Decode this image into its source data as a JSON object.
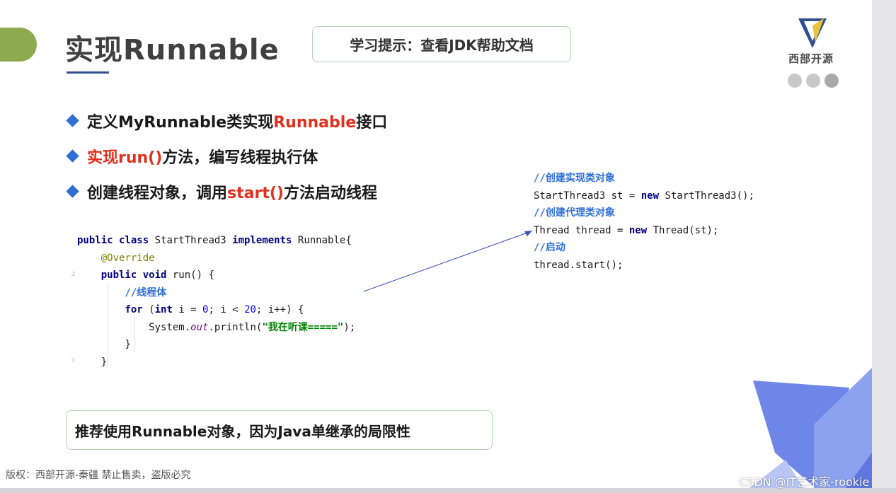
{
  "slide": {
    "title": "实现Runnable",
    "hint": "学习提示：查看JDK帮助文档",
    "logo_text": "西部开源",
    "bullets": [
      {
        "pre": "定义MyRunnable类实现",
        "red": "Runnable",
        "post": "接口"
      },
      {
        "pre": "",
        "red": "实现run()",
        "post": "方法，编写线程执行体"
      },
      {
        "pre": "创建线程对象，调用",
        "red": "start()",
        "post": "方法启动线程"
      }
    ],
    "code_left": {
      "l1_kw": "public class",
      "l1_name": " StartThread3 ",
      "l1_kw2": "implements",
      "l1_rest": " Runnable{",
      "l2": "@Override",
      "l3_kw": "public void",
      "l3_rest": " run() {",
      "l4": "//线程体",
      "l5_kw": "for",
      "l5_a": " (",
      "l5_kw2": "int",
      "l5_b": " i = ",
      "l5_n1": "0",
      "l5_c": "; i < ",
      "l5_n2": "20",
      "l5_d": "; i++) {",
      "l6_a": "System.",
      "l6_it": "out",
      "l6_b": ".println(",
      "l6_str": "\"我在听课=====\"",
      "l6_c": ");",
      "l7": "}",
      "l8": "}"
    },
    "code_right": {
      "c1": "//创建实现类对象",
      "l1_a": "StartThread3 st = ",
      "l1_kw": "new",
      "l1_b": " StartThread3();",
      "c2": "//创建代理类对象",
      "l2_a": "Thread thread = ",
      "l2_kw": "new",
      "l2_b": " Thread(st);",
      "c3": "//启动",
      "l3": "thread.start();"
    },
    "note": "推荐使用Runnable对象，因为Java单继承的局限性",
    "copyright": "版权：西部开源-秦疆    禁止售卖，盗版必究",
    "watermark": "CSDN @IT艺术家-rookie"
  },
  "colors": {
    "accent_green": "#8daa4e",
    "bullet_blue": "#2f6fd6",
    "highlight_red": "#e0301e",
    "deco_blue": "#6d86e8"
  }
}
